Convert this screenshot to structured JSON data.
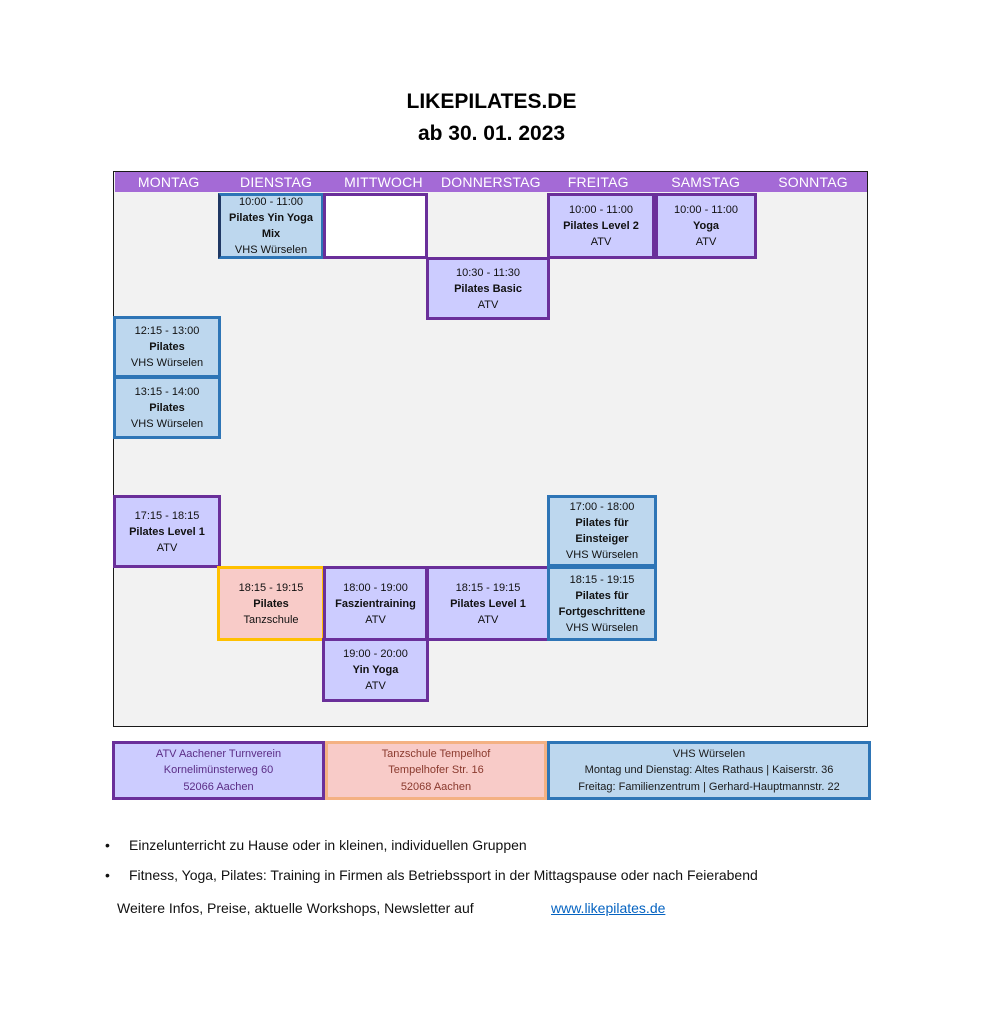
{
  "header": {
    "title": "LIKEPILATES.DE",
    "subtitle": "ab 30. 01. 2023"
  },
  "days": [
    "MONTAG",
    "DIENSTAG",
    "MITTWOCH",
    "DONNERSTAG",
    "FREITAG",
    "SAMSTAG",
    "SONNTAG"
  ],
  "classes": [
    {
      "day": "DIENSTAG",
      "time": "10:00 - 11:00",
      "name": "Pilates Yin Yoga Mix",
      "location": "VHS Würselen"
    },
    {
      "day": "FREITAG",
      "time": "10:00 - 11:00",
      "name": "Pilates Level 2",
      "location": "ATV"
    },
    {
      "day": "SAMSTAG",
      "time": "10:00 - 11:00",
      "name": "Yoga",
      "location": "ATV"
    },
    {
      "day": "DONNERSTAG",
      "time": "10:30 - 11:30",
      "name": "Pilates Basic",
      "location": "ATV"
    },
    {
      "day": "MONTAG",
      "time": "12:15 - 13:00",
      "name": "Pilates",
      "location": "VHS Würselen"
    },
    {
      "day": "MONTAG",
      "time": "13:15 - 14:00",
      "name": "Pilates",
      "location": "VHS Würselen"
    },
    {
      "day": "MONTAG",
      "time": "17:15 - 18:15",
      "name": "Pilates Level 1",
      "location": "ATV"
    },
    {
      "day": "FREITAG",
      "time": "17:00 - 18:00",
      "name": "Pilates für Einsteiger",
      "location": "VHS Würselen"
    },
    {
      "day": "DIENSTAG",
      "time": "18:15 - 19:15",
      "name": "Pilates",
      "location": "Tanzschule"
    },
    {
      "day": "MITTWOCH",
      "time": "18:00 - 19:00",
      "name": "Faszientraining",
      "location": "ATV"
    },
    {
      "day": "DONNERSTAG",
      "time": "18:15 - 19:15",
      "name": "Pilates Level 1",
      "location": "ATV"
    },
    {
      "day": "FREITAG",
      "time": "18:15 - 19:15",
      "name": "Pilates für Fortgeschrittene",
      "location": "VHS Würselen"
    },
    {
      "day": "MITTWOCH",
      "time": "19:00 - 20:00",
      "name": "Yin Yoga",
      "location": "ATV"
    }
  ],
  "locations": {
    "atv": [
      "ATV Aachener Turnverein",
      "Kornelimünsterweg 60",
      "52066 Aachen"
    ],
    "tanz": [
      "Tanzschule Tempelhof",
      "Tempelhofer Str. 16",
      "52068 Aachen"
    ],
    "vhs": [
      "VHS Würselen",
      "Montag und Dienstag: Altes Rathaus | Kaiserstr. 36",
      "Freitag: Familienzentrum | Gerhard-Hauptmannstr. 22"
    ]
  },
  "bullets": [
    "Einzelunterricht zu Hause oder in kleinen, individuellen Gruppen",
    "Fitness, Yoga, Pilates: Training in Firmen als Betriebssport in der Mittagspause oder nach Feierabend"
  ],
  "bullet_symbol": "•",
  "footer": {
    "text": "Weitere Infos, Preise, aktuelle Workshops, Newsletter auf",
    "link": "www.likepilates.de"
  },
  "colors": {
    "header_bg": "#a46ad6",
    "atv": "#ccccff",
    "vhs": "#bdd7ee",
    "tanzschule": "#f8cbc8",
    "grid_bg": "#f2f2f2"
  }
}
